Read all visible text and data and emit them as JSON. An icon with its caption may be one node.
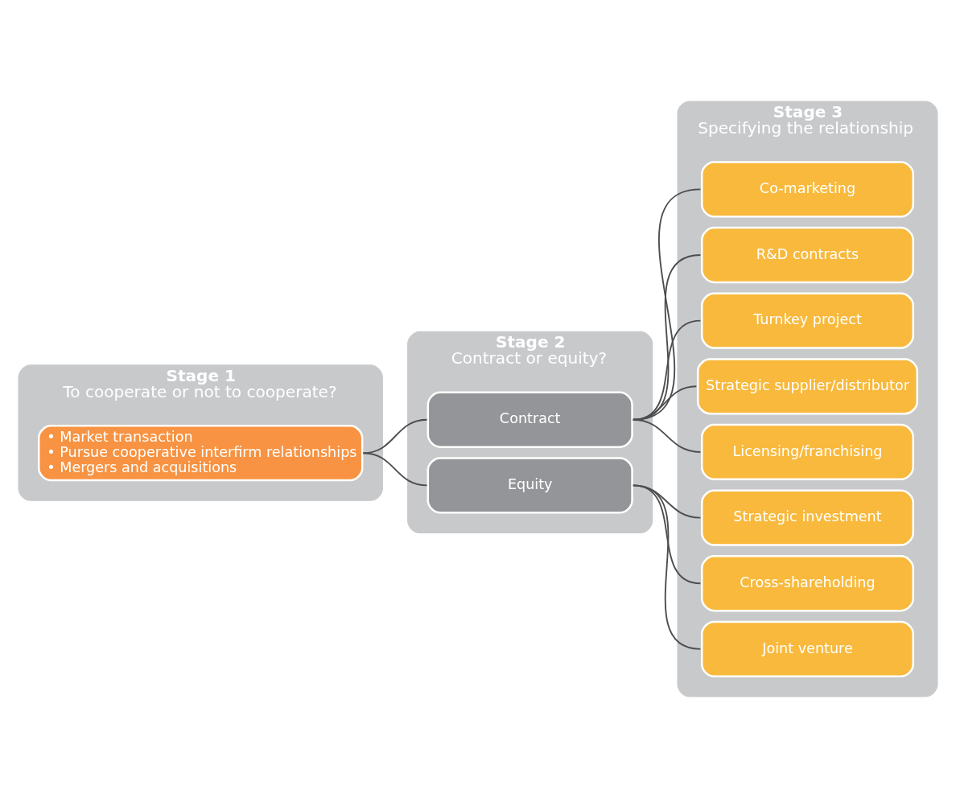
{
  "diagram": {
    "nodes": [
      {
        "text": [
          "Stage 1",
          "To cooperate or not to cooperate?"
        ]
      },
      {
        "text": [
          "• Market transaction",
          "• Pursue cooperative interfirm relationships",
          "• Mergers and acquisitions"
        ],
        "in": 0
      },
      {
        "text": [
          "Stage 2",
          "Contract or equity?"
        ]
      },
      {
        "text": [
          "Contract"
        ],
        "in": 2
      },
      {
        "text": [
          "Equity"
        ],
        "in": 2
      },
      {
        "text": [
          "Stage 3",
          "Specifying the relationship"
        ]
      },
      {
        "text": [
          "Co-marketing"
        ],
        "in": 5
      },
      {
        "text": [
          "R&D contracts"
        ],
        "in": 5
      },
      {
        "text": [
          "Turnkey project"
        ],
        "in": 5
      },
      {
        "text": [
          "Strategic supplier/distributor"
        ],
        "in": 5
      },
      {
        "text": [
          "Licensing/franchising"
        ],
        "in": 5
      },
      {
        "text": [
          "Strategic investment"
        ],
        "in": 5
      },
      {
        "text": [
          "Cross-shareholding"
        ],
        "in": 5
      },
      {
        "text": [
          "Joint venture"
        ],
        "in": 5
      }
    ],
    "edges": [
      {
        "from": 1,
        "to": 3,
        "arrow": "none"
      },
      {
        "from": 1,
        "to": 4,
        "arrow": "none"
      },
      {
        "from": 3,
        "to": 6,
        "arrow": "none"
      },
      {
        "from": 3,
        "to": 7,
        "arrow": "none"
      },
      {
        "from": 3,
        "to": 8,
        "arrow": "none"
      },
      {
        "from": 3,
        "to": 9,
        "arrow": "none"
      },
      {
        "from": 3,
        "to": 10,
        "arrow": "none"
      },
      {
        "from": 4,
        "to": 11,
        "arrow": "none"
      },
      {
        "from": 4,
        "to": 12,
        "arrow": "none"
      },
      {
        "from": 4,
        "to": 13,
        "arrow": "none"
      }
    ]
  }
}
